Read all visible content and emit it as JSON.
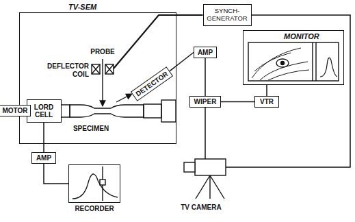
{
  "diagram": {
    "nodes": [
      {
        "text": [
          "TV-SEM"
        ]
      },
      {
        "text": [
          "LORD CELL"
        ],
        "in": 0
      },
      {
        "text": [
          "DETECTOR"
        ],
        "in": 0
      },
      {
        "text": [
          "MOTOR"
        ]
      },
      {
        "text": [
          "SYNCH- GENERATOR"
        ]
      },
      {
        "text": [
          "AMP"
        ]
      },
      {
        "text": [
          "WIPER"
        ]
      },
      {
        "text": [
          "MONITOR"
        ]
      },
      {
        "text": [
          "VTR"
        ]
      },
      {
        "text": [
          "AMP"
        ]
      },
      {
        "text": [
          "RECORDER"
        ]
      }
    ],
    "edges": [
      {
        "from": 3,
        "to": 1,
        "arrow": "none"
      },
      {
        "from": 1,
        "to": 9,
        "arrow": "none"
      },
      {
        "from": 9,
        "to": 10,
        "arrow": "none"
      },
      {
        "from": 2,
        "to": 5,
        "arrow": "none"
      },
      {
        "from": 5,
        "to": 6,
        "arrow": "none"
      },
      {
        "from": 6,
        "to": 8,
        "arrow": "none"
      },
      {
        "from": 7,
        "to": 8,
        "arrow": "none"
      }
    ],
    "labels": [
      "PROBE",
      "DEFLECTOR COIL",
      "SPECIMEN",
      "TV CAMERA"
    ]
  }
}
